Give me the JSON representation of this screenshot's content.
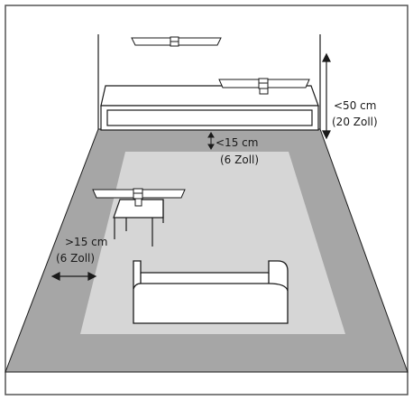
{
  "annotations": {
    "tv_height_max": "<50 cm",
    "tv_height_max_imperial": "(20 Zoll)",
    "wall_gap_max": "<15 cm",
    "wall_gap_max_imperial": "(6 Zoll)",
    "side_wall_min": ">15 cm",
    "side_wall_min_imperial": "(6 Zoll)"
  },
  "colors": {
    "frame": "#555555",
    "line": "#1a1a1a",
    "floor_dark": "#a6a6a6",
    "floor_light": "#d6d6d6",
    "furniture": "#ffffff"
  }
}
